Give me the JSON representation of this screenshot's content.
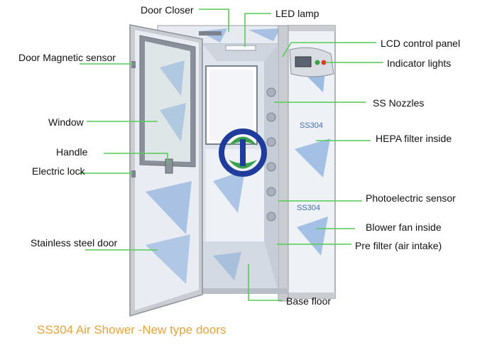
{
  "caption": "SS304 Air Shower -New type doors",
  "colors": {
    "leader_line": "#55cc55",
    "caption_text": "#e8a33a",
    "steel": "#c9ccd1",
    "steel_dark": "#9a9ea6",
    "panel": "#e8ecf2",
    "print_blue": "#3c6fb5",
    "logo_blue": "#1f3c9c",
    "logo_green": "#3aa14a",
    "light_red": "#e23a2a"
  },
  "labels": {
    "door_closer": "Door Closer",
    "led_lamp": "LED lamp",
    "door_magnetic_sensor": "Door Magnetic sensor",
    "lcd_control_panel": "LCD control panel",
    "indicator_lights": "Indicator lights",
    "ss_nozzles": "SS Nozzles",
    "window": "Window",
    "hepa_filter": "HEPA filter inside",
    "handle": "Handle",
    "electric_lock": "Electric lock",
    "photoelectric_sensor": "Photoelectric sensor",
    "blower_fan": "Blower fan inside",
    "stainless_steel_door": "Stainless steel door",
    "pre_filter": "Pre filter (air intake)",
    "base_floor": "Base floor"
  },
  "panel_print_text": "SS304"
}
